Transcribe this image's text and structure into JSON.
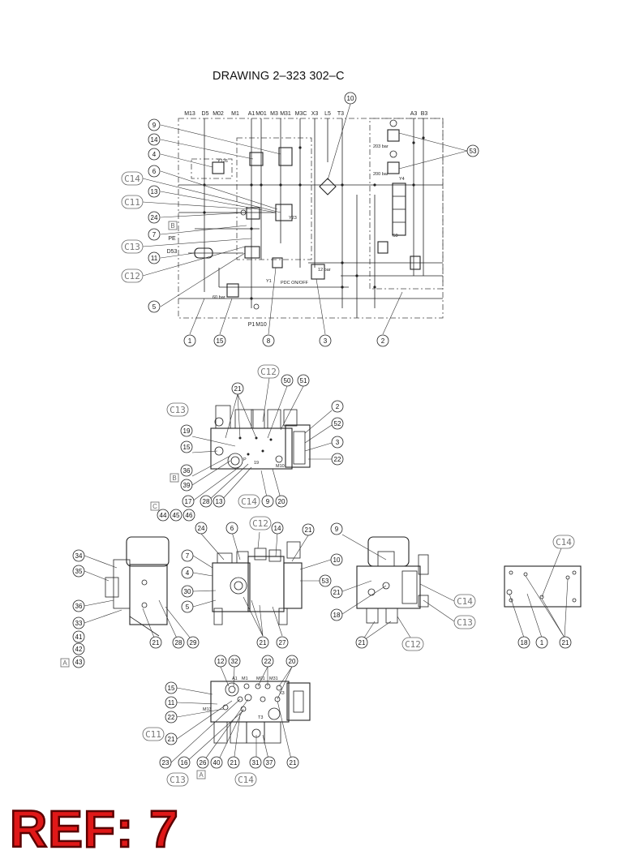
{
  "title": "DRAWING 2–323 302–C",
  "ref_label": "REF: 7",
  "colors": {
    "ref_fill": "#e01818",
    "ref_stroke": "#5a0000",
    "line": "#222222"
  },
  "schematic": {
    "top_ports": [
      "M13",
      "D5",
      "M02",
      "M1",
      "A1",
      "M01",
      "M3",
      "M31",
      "M3C",
      "X3",
      "L5",
      "T3",
      "A3",
      "B3"
    ],
    "bottom_ports": [
      "P1",
      "M10"
    ],
    "left_ports": [
      "PE",
      "D53"
    ],
    "annotations": [
      "203 bar",
      "200 bar",
      "Y4",
      "Y23",
      "Y126",
      "12 bar",
      "60 bar",
      "PDC ON/OFF",
      "Y1",
      "S9"
    ],
    "balloons": [
      "9",
      "14",
      "4",
      "6",
      "13",
      "24",
      "7",
      "11",
      "5",
      "1",
      "15",
      "8",
      "3",
      "2",
      "10",
      "53"
    ],
    "callout_boxes": [
      "C14",
      "C11",
      "C13",
      "C12"
    ],
    "section_marks": [
      "B"
    ]
  },
  "view_top": {
    "balloons": [
      "21",
      "50",
      "51",
      "19",
      "15",
      "36",
      "39",
      "17",
      "28",
      "13",
      "9",
      "20",
      "2",
      "52",
      "3",
      "22",
      "44",
      "45",
      "46"
    ],
    "callout_boxes": [
      "C12",
      "C13",
      "C14"
    ],
    "section_marks": [
      "B",
      "C"
    ],
    "labels": [
      "19",
      "P",
      "M10"
    ]
  },
  "view_left": {
    "balloons": [
      "34",
      "35",
      "36",
      "33",
      "41",
      "42",
      "43",
      "21",
      "28",
      "29"
    ],
    "section_marks": [
      "A"
    ]
  },
  "view_front": {
    "balloons": [
      "24",
      "6",
      "14",
      "21",
      "7",
      "4",
      "30",
      "5",
      "10",
      "53",
      "21",
      "27"
    ],
    "callout_boxes": [
      "C12"
    ]
  },
  "view_right": {
    "balloons": [
      "9",
      "21",
      "18",
      "21"
    ],
    "callout_boxes": [
      "C14",
      "C13",
      "C12"
    ]
  },
  "view_far_right": {
    "balloons": [
      "18",
      "1",
      "21"
    ],
    "callout_boxes": [
      "C14"
    ]
  },
  "view_bottom": {
    "balloons": [
      "12",
      "32",
      "22",
      "20",
      "15",
      "11",
      "22",
      "21",
      "23",
      "16",
      "26",
      "40",
      "21",
      "31",
      "37",
      "21"
    ],
    "callout_boxes": [
      "C11",
      "C13",
      "C14"
    ],
    "section_marks": [
      "A"
    ],
    "labels": [
      "A1",
      "M13",
      "X3",
      "M1",
      "M01",
      "M31",
      "T3"
    ]
  }
}
